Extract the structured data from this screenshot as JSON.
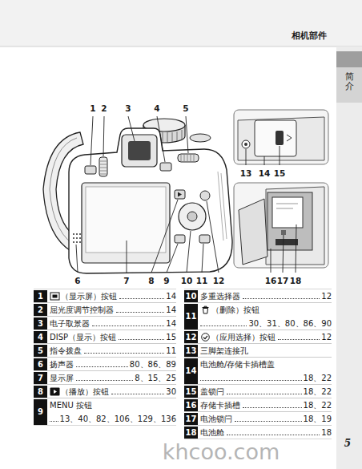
{
  "diagram": {
    "title": "相机部件",
    "nodes": [
      {
        "text": [
          "简介"
        ]
      },
      {
        "text": [
          "1"
        ]
      },
      {
        "text": [
          "2"
        ]
      },
      {
        "text": [
          "3"
        ]
      },
      {
        "text": [
          "4"
        ]
      },
      {
        "text": [
          "5"
        ]
      },
      {
        "text": [
          "6"
        ]
      },
      {
        "text": [
          "7"
        ]
      },
      {
        "text": [
          "8"
        ]
      },
      {
        "text": [
          "9"
        ]
      },
      {
        "text": [
          "10"
        ]
      },
      {
        "text": [
          "11"
        ]
      },
      {
        "text": [
          "12"
        ]
      },
      {
        "text": [
          "13"
        ]
      },
      {
        "text": [
          "14"
        ]
      },
      {
        "text": [
          "15"
        ]
      },
      {
        "text": [
          "16"
        ]
      },
      {
        "text": [
          "17"
        ]
      },
      {
        "text": [
          "18"
        ]
      }
    ],
    "labels": [
      "1",
      "2",
      "3",
      "4",
      "5",
      "6",
      "7",
      "8",
      "9",
      "10",
      "11",
      "12",
      "13",
      "14",
      "15",
      "16",
      "17",
      "18",
      "（显示屏）按钮",
      "14",
      "屈光度调节控制器",
      "14",
      "电子取景器",
      "14",
      "DISP（显示）按钮",
      "15",
      "指令拨盘",
      "11",
      "扬声器",
      "80、86、89",
      "显示屏",
      "8、15、25",
      "（播放）按钮",
      "30",
      "MENU 按钮",
      "13、40、82、106、129、136",
      "多重选择器",
      "12",
      "（删除）按钮",
      "30、31、80、86、90",
      "（应用选择）按钮",
      "12",
      "三脚架连接孔",
      "电池舱/存储卡插槽盖",
      "18、22",
      "盖锁闩",
      "18、22",
      "存储卡插槽",
      "18、22",
      "电池锁闩",
      "18、19",
      "电池舱",
      "18",
      "5",
      "khcoo.com"
    ]
  }
}
